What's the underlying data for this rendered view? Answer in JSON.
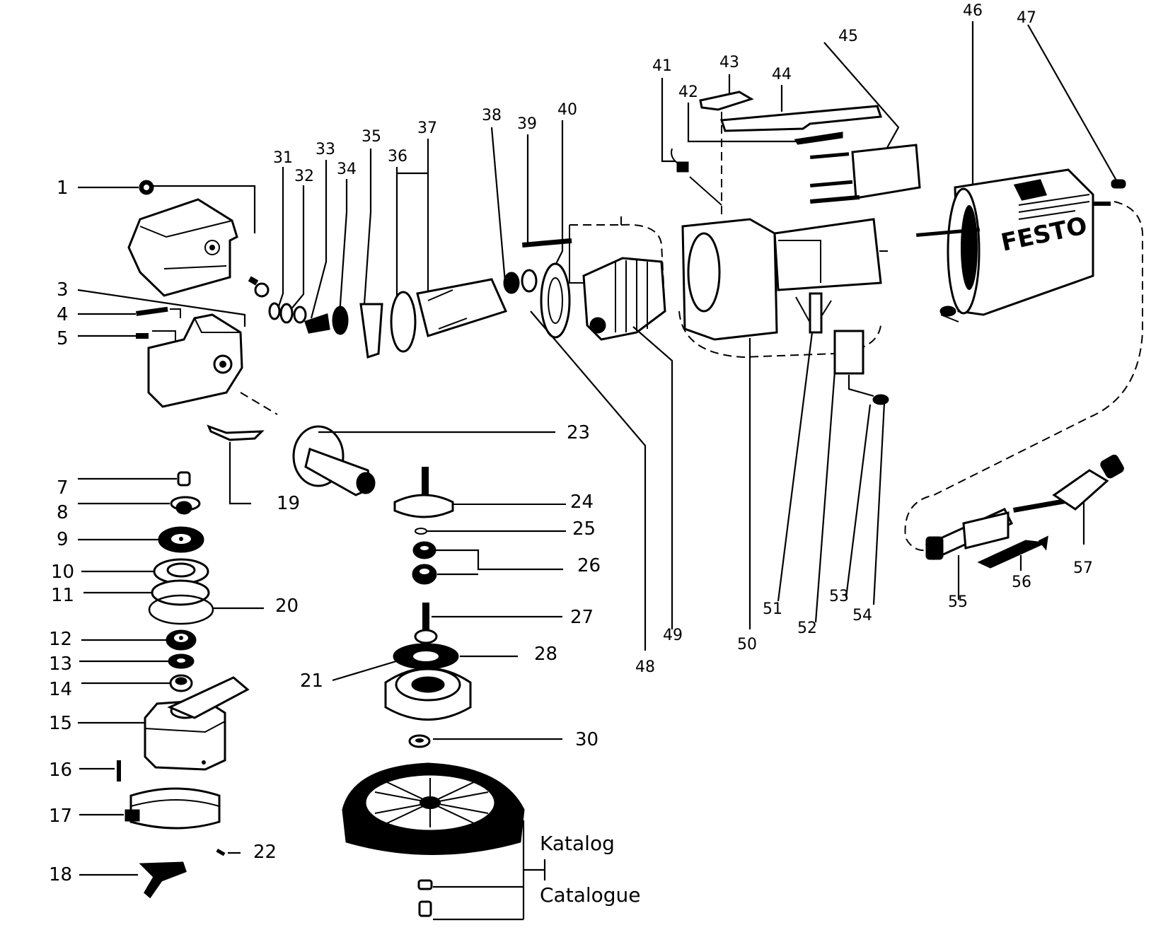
{
  "diagram": {
    "type": "exploded-parts-diagram",
    "brand_mark": "FESTO",
    "catalog_labels": {
      "german": "Katalog",
      "french": "Catalogue"
    },
    "part_numbers": [
      "1",
      "3",
      "4",
      "5",
      "7",
      "8",
      "9",
      "10",
      "11",
      "12",
      "13",
      "14",
      "15",
      "16",
      "17",
      "18",
      "19",
      "20",
      "21",
      "22",
      "23",
      "24",
      "25",
      "26",
      "27",
      "28",
      "30",
      "31",
      "32",
      "33",
      "34",
      "35",
      "36",
      "37",
      "38",
      "39",
      "40",
      "41",
      "42",
      "43",
      "44",
      "45",
      "46",
      "47",
      "48",
      "49",
      "50",
      "51",
      "52",
      "53",
      "54",
      "55",
      "56",
      "57"
    ],
    "labels": {
      "p1": "1",
      "p3": "3",
      "p4": "4",
      "p5": "5",
      "p7": "7",
      "p8": "8",
      "p9": "9",
      "p10": "10",
      "p11": "11",
      "p12": "12",
      "p13": "13",
      "p14": "14",
      "p15": "15",
      "p16": "16",
      "p17": "17",
      "p18": "18",
      "p19": "19",
      "p20": "20",
      "p21": "21",
      "p22": "22",
      "p23": "23",
      "p24": "24",
      "p25": "25",
      "p26": "26",
      "p27": "27",
      "p28": "28",
      "p30": "30",
      "p31": "31",
      "p32": "32",
      "p33": "33",
      "p34": "34",
      "p35": "35",
      "p36": "36",
      "p37": "37",
      "p38": "38",
      "p39": "39",
      "p40": "40",
      "p41": "41",
      "p42": "42",
      "p43": "43",
      "p44": "44",
      "p45": "45",
      "p46": "46",
      "p47": "47",
      "p48": "48",
      "p49": "49",
      "p50": "50",
      "p51": "51",
      "p52": "52",
      "p53": "53",
      "p54": "54",
      "p55": "55",
      "p56": "56",
      "p57": "57"
    }
  }
}
